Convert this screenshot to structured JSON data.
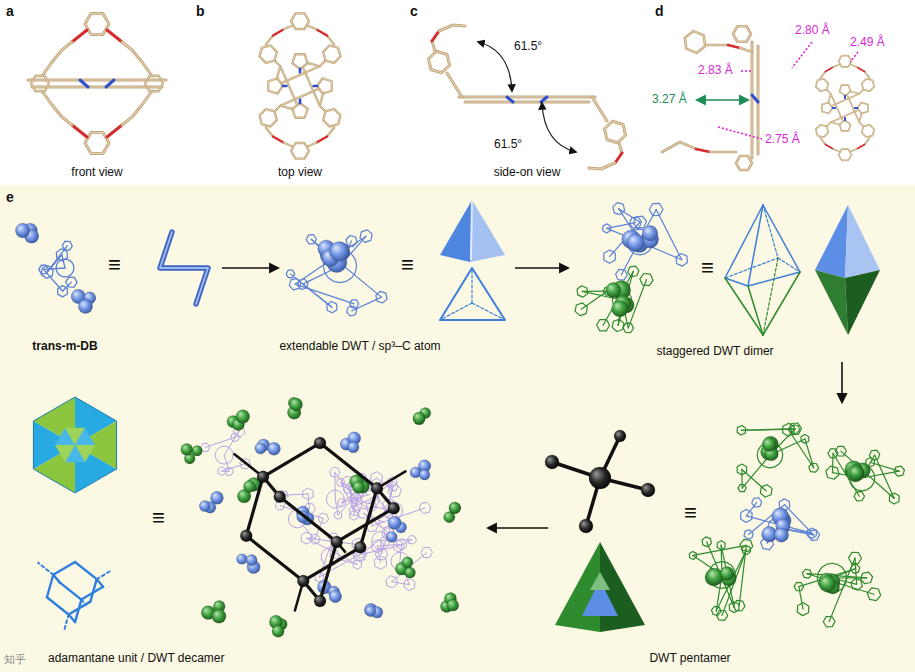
{
  "diagram": {
    "labels": [
      "a",
      "b",
      "c",
      "d",
      "61.5°",
      "2.80 Å",
      "2.49 Å",
      "2.83 Å",
      "3.27 Å",
      "61.5°",
      "2.75 Å",
      "front view",
      "top view",
      "side-on view",
      "e",
      "≡",
      "≡",
      "≡",
      "trans-m-DB",
      "extendable DWT / sp³–C atom",
      "staggered DWT dimer",
      "≡",
      "≡",
      "adamantane unit / DWT decamer",
      "DWT pentamer",
      "知乎"
    ]
  }
}
